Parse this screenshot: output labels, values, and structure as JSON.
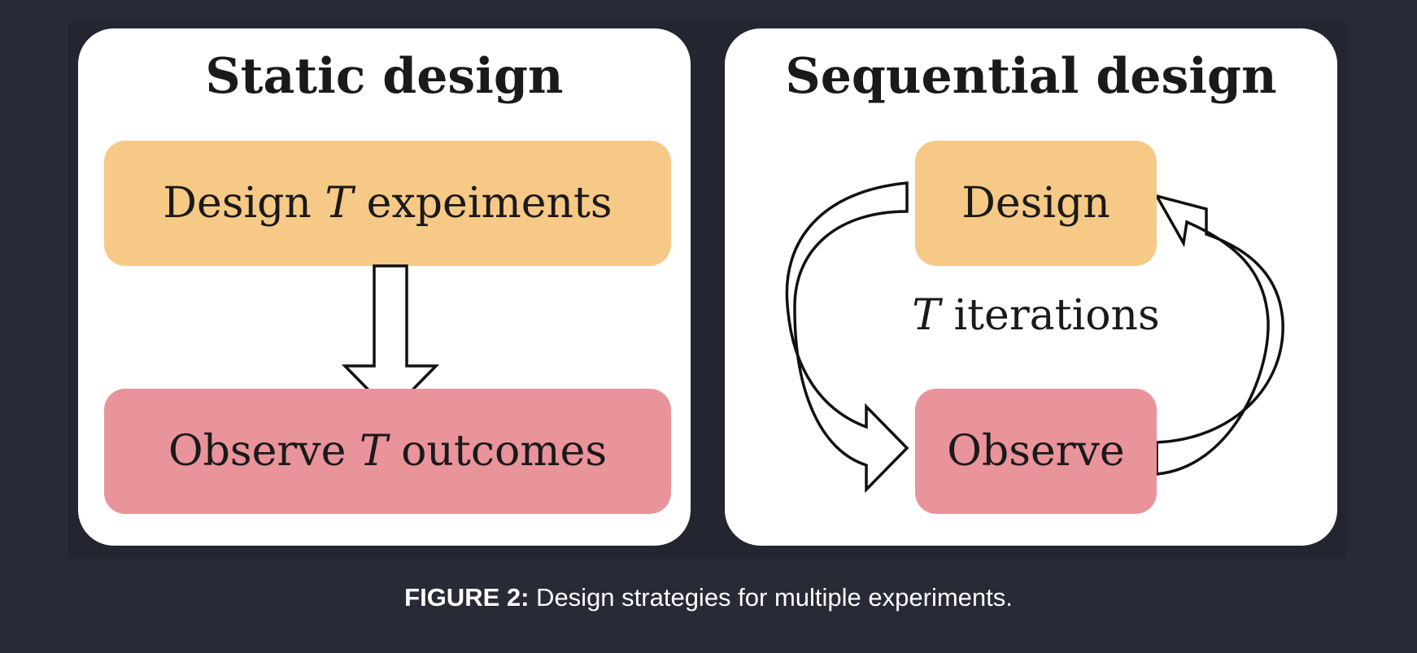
{
  "figure": {
    "static": {
      "title": "Static design",
      "design_box": {
        "pre": "Design ",
        "var": "T",
        "post": " expeiments"
      },
      "observe_box": {
        "pre": "Observe ",
        "var": "T",
        "post": " outcomes"
      }
    },
    "sequential": {
      "title": "Sequential design",
      "design_box": "Design",
      "observe_box": "Observe",
      "iterations": {
        "var": "T",
        "post": " iterations"
      }
    }
  },
  "caption": {
    "label": "FIGURE 2:",
    "text": " Design strategies for multiple experiments."
  },
  "colors": {
    "background": "#282a36",
    "panel": "#ffffff",
    "design_fill": "#f7c987",
    "observe_fill": "#e9939b"
  }
}
